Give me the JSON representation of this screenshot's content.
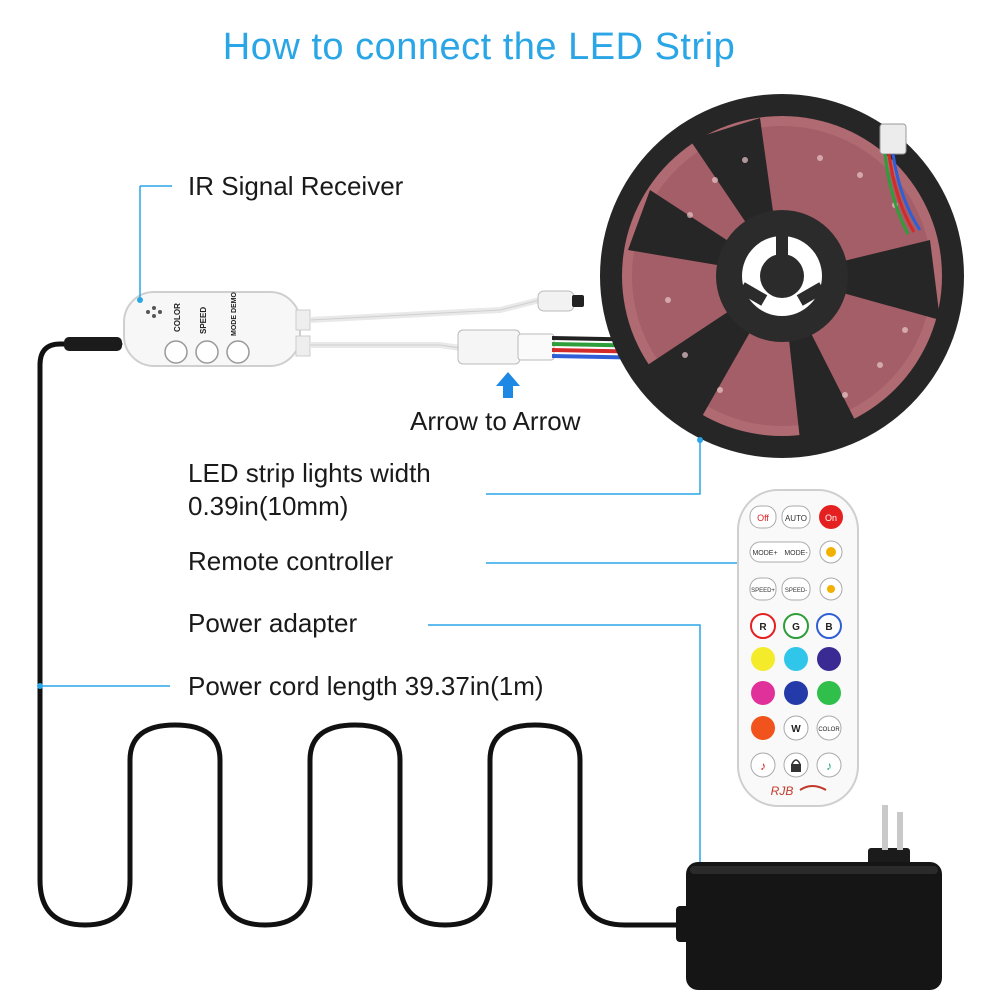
{
  "title": "How to connect the LED Strip",
  "labels": {
    "ir_receiver": "IR Signal Receiver",
    "arrow": "Arrow to Arrow",
    "width_line1": "LED strip lights width",
    "width_line2": "0.39in(10mm)",
    "remote": "Remote controller",
    "adapter": "Power adapter",
    "cord": "Power cord length 39.37in(1m)"
  },
  "controller_buttons": [
    "COLOR",
    "SPEED",
    "MODE DEMO"
  ],
  "remote_buttons": {
    "row1": [
      "Off",
      "AUTO",
      "On"
    ],
    "row2": [
      "MODE+",
      "MODE-"
    ],
    "row3": [
      "SPEED+",
      "SPEED-"
    ],
    "row4": [
      "R",
      "G",
      "B"
    ],
    "row7": [
      "W",
      "COLOR"
    ],
    "brand": "RJB"
  },
  "colors": {
    "title": "#2aa6e6",
    "callout_line": "#2aa6e6",
    "cable": "#111111",
    "reel": "#2b2b2b",
    "strip": "#b06a72"
  }
}
